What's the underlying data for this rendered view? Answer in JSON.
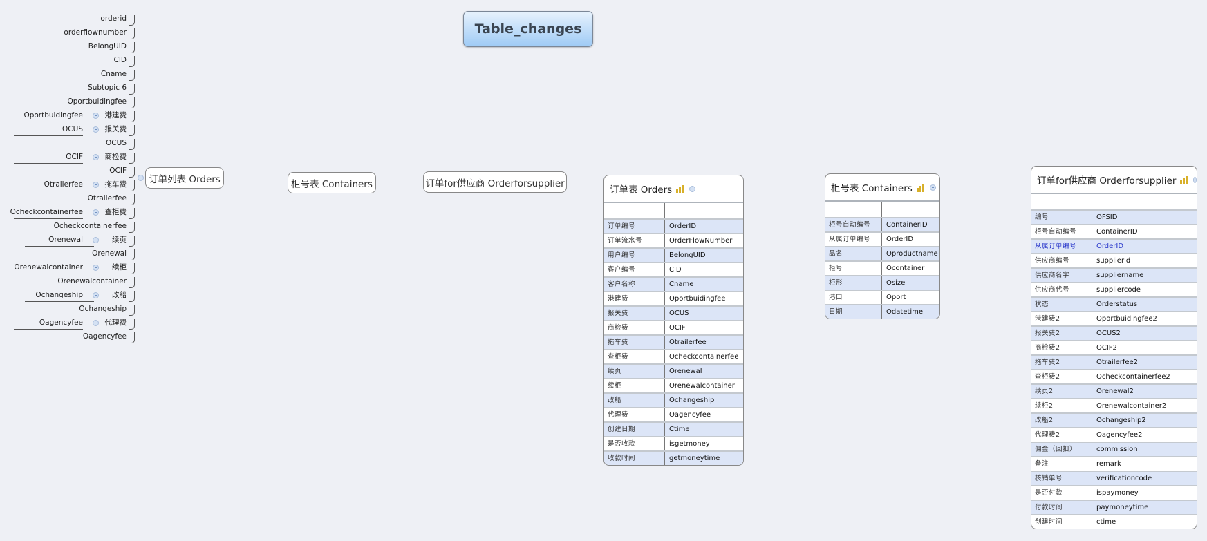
{
  "central_topic": "Table_changes",
  "topics": {
    "orders_list": "订单列表 Orders",
    "containers": "柜号表 Containers",
    "orderforsupplier": "订单for供应商 Orderforsupplier"
  },
  "left_tree": {
    "nodes": [
      {
        "text": "orderid"
      },
      {
        "text": "orderflownumber"
      },
      {
        "text": "BelongUID"
      },
      {
        "text": "CID"
      },
      {
        "text": "Cname"
      },
      {
        "text": "Subtopic 6"
      },
      {
        "text": "Oportbuidingfee"
      },
      {
        "text": "港建费",
        "child": "Oportbuidingfee"
      },
      {
        "text": "报关费",
        "child": "OCUS"
      },
      {
        "text": "OCUS"
      },
      {
        "text": "商检费",
        "child": "OCIF"
      },
      {
        "text": "OCIF"
      },
      {
        "text": "拖车费",
        "child": "Otrailerfee"
      },
      {
        "text": "Otrailerfee"
      },
      {
        "text": "查柜费",
        "child": "Ocheckcontainerfee"
      },
      {
        "text": "Ocheckcontainerfee"
      },
      {
        "text": "续页",
        "child": "Orenewal"
      },
      {
        "text": "Orenewal"
      },
      {
        "text": "续柜",
        "child": "Orenewalcontainer"
      },
      {
        "text": "Orenewalcontainer"
      },
      {
        "text": "改船",
        "child": "Ochangeship"
      },
      {
        "text": "Ochangeship"
      },
      {
        "text": "代理费",
        "child": "Oagencyfee"
      },
      {
        "text": "Oagencyfee"
      }
    ]
  },
  "tables": {
    "orders": {
      "title": "订单表 Orders",
      "icons": [
        "chart-icon",
        "collapse-icon"
      ],
      "rows": [
        {
          "cn": "订单编号",
          "en": "OrderID"
        },
        {
          "cn": "订单流水号",
          "en": "OrderFlowNumber"
        },
        {
          "cn": "用户编号",
          "en": "BelongUID"
        },
        {
          "cn": "客户编号",
          "en": "CID"
        },
        {
          "cn": "客户名称",
          "en": "Cname"
        },
        {
          "cn": "港建费",
          "en": "Oportbuidingfee"
        },
        {
          "cn": "报关费",
          "en": "OCUS"
        },
        {
          "cn": "商检费",
          "en": "OCIF"
        },
        {
          "cn": "拖车费",
          "en": "Otrailerfee"
        },
        {
          "cn": "查柜费",
          "en": "Ocheckcontainerfee"
        },
        {
          "cn": "续页",
          "en": "Orenewal"
        },
        {
          "cn": "续柜",
          "en": "Orenewalcontainer"
        },
        {
          "cn": "改船",
          "en": "Ochangeship"
        },
        {
          "cn": "代理费",
          "en": "Oagencyfee"
        },
        {
          "cn": "创建日期",
          "en": "Ctime"
        },
        {
          "cn": "是否收款",
          "en": "isgetmoney"
        },
        {
          "cn": "收款时间",
          "en": "getmoneytime"
        }
      ]
    },
    "containers": {
      "title": "柜号表 Containers",
      "icons": [
        "chart-icon",
        "collapse-icon"
      ],
      "rows": [
        {
          "cn": "柜号自动编号",
          "en": "ContainerID"
        },
        {
          "cn": "从属订单编号",
          "en": "OrderID"
        },
        {
          "cn": "品名",
          "en": "Oproductname"
        },
        {
          "cn": "柜号",
          "en": "Ocontainer"
        },
        {
          "cn": "柜形",
          "en": "Osize"
        },
        {
          "cn": "港口",
          "en": "Oport"
        },
        {
          "cn": "日期",
          "en": "Odatetime"
        }
      ]
    },
    "orderforsupplier": {
      "title": "订单for供应商 Orderforsupplier",
      "icons": [
        "chart-icon",
        "collapse-icon"
      ],
      "highlight_color": "#2533c9",
      "rows": [
        {
          "cn": "编号",
          "en": "OFSID"
        },
        {
          "cn": "柜号自动编号",
          "en": "ContainerID"
        },
        {
          "cn": "从属订单编号",
          "en": "OrderID",
          "highlight": true
        },
        {
          "cn": "供应商编号",
          "en": "supplierid"
        },
        {
          "cn": "供应商名字",
          "en": "suppliername"
        },
        {
          "cn": "供应商代号",
          "en": "suppliercode"
        },
        {
          "cn": "状态",
          "en": "Orderstatus"
        },
        {
          "cn": "港建费2",
          "en": "Oportbuidingfee2"
        },
        {
          "cn": "报关费2",
          "en": "OCUS2"
        },
        {
          "cn": "商检费2",
          "en": "OCIF2"
        },
        {
          "cn": "拖车费2",
          "en": "Otrailerfee2"
        },
        {
          "cn": "查柜费2",
          "en": "Ocheckcontainerfee2"
        },
        {
          "cn": "续页2",
          "en": "Orenewal2"
        },
        {
          "cn": "续柜2",
          "en": "Orenewalcontainer2"
        },
        {
          "cn": "改船2",
          "en": "Ochangeship2"
        },
        {
          "cn": "代理费2",
          "en": "Oagencyfee2"
        },
        {
          "cn": "佣金（回扣）",
          "en": "commission"
        },
        {
          "cn": "备注",
          "en": "remark"
        },
        {
          "cn": "核销单号",
          "en": "verificationcode"
        },
        {
          "cn": "是否付款",
          "en": "ispaymoney"
        },
        {
          "cn": "付款时间",
          "en": "paymoneytime"
        },
        {
          "cn": "创建时间",
          "en": "ctime"
        }
      ]
    }
  },
  "colors": {
    "background": "#eef0f5",
    "central_gradient_top": "#e7f2fd",
    "central_gradient_bottom": "#9fcbf5",
    "row_alt": "#dce5f7",
    "chart_icon": "#d8b02a"
  }
}
